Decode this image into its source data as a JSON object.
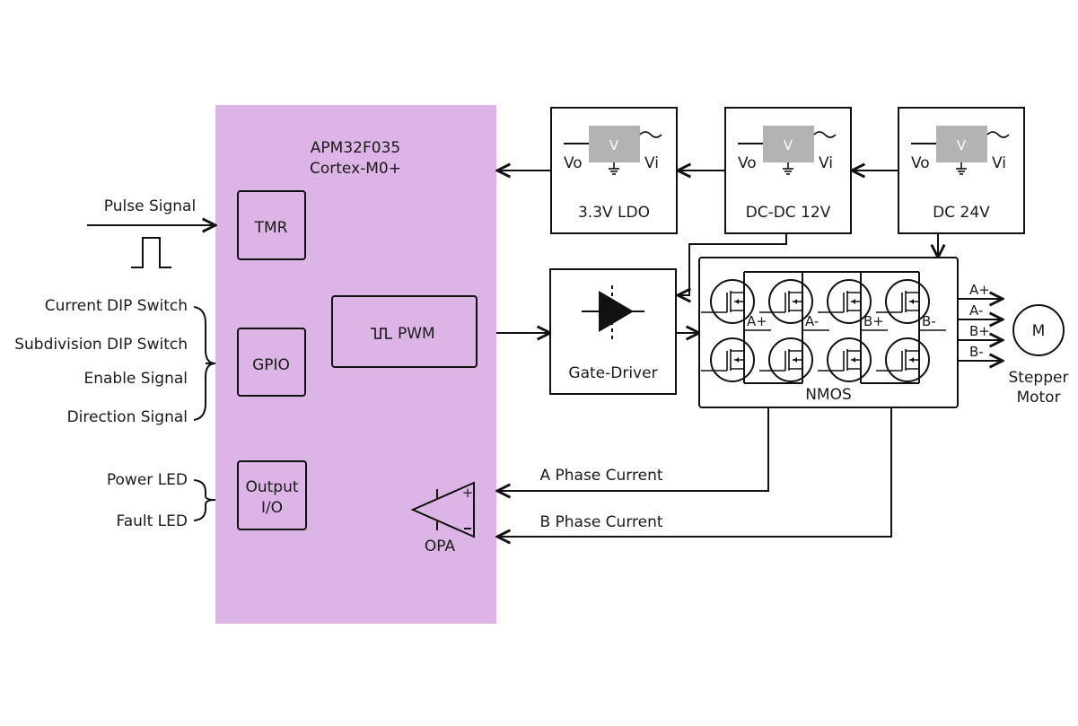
{
  "colors": {
    "mcu_fill": "#dcb4e6",
    "regulator_fill": "#b3b3b3",
    "line": "#111111"
  },
  "mcu": {
    "name": "APM32F035",
    "core": "Cortex-M0+",
    "blocks": {
      "tmr": "TMR",
      "gpio": "GPIO",
      "pwm": "PWM",
      "output_io_line1": "Output",
      "output_io_line2": "I/O",
      "opa": "OPA"
    }
  },
  "inputs": {
    "pulse_signal": "Pulse Signal",
    "gpio_signals": [
      "Current DIP Switch",
      "Subdivision DIP Switch",
      "Enable Signal",
      "Direction Signal"
    ],
    "leds": [
      "Power LED",
      "Fault LED"
    ]
  },
  "power": {
    "regulators": [
      {
        "label": "3.3V LDO",
        "vo": "Vo",
        "vi": "Vi",
        "v": "V"
      },
      {
        "label": "DC-DC 12V",
        "vo": "Vo",
        "vi": "Vi",
        "v": "V"
      },
      {
        "label": "DC 24V",
        "vo": "Vo",
        "vi": "Vi",
        "v": "V"
      }
    ]
  },
  "gate_driver": {
    "label": "Gate-Driver"
  },
  "bridge": {
    "label": "NMOS",
    "phases": [
      "A+",
      "A-",
      "B+",
      "B-"
    ]
  },
  "motor": {
    "symbol": "M",
    "label_line1": "Stepper",
    "label_line2": "Motor",
    "outputs": [
      "A+",
      "A-",
      "B+",
      "B-"
    ]
  },
  "feedback": {
    "a_phase": "A Phase Current",
    "b_phase": "B Phase Current",
    "opa_plus": "+",
    "opa_minus": "-"
  }
}
